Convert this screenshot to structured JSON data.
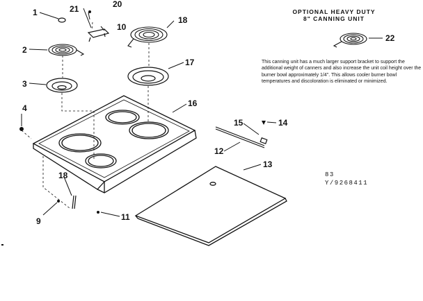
{
  "note": {
    "title_line1": "OPTIONAL HEAVY DUTY",
    "title_line2": "8\" CANNING UNIT",
    "body": "This canning unit has a much larger support bracket to support the additional weight of canners and also increase the unit coil height over the burner bowl approximately 1/4\". This allows cooler burner bowl temperatures and discoloration is eliminated or minimized."
  },
  "model": {
    "line1": "83",
    "line2": "Y/9268411"
  },
  "callouts": {
    "c1": "1",
    "c2": "2",
    "c3": "3",
    "c4": "4",
    "c9": "9",
    "c10": "10",
    "c11": "11",
    "c12": "12",
    "c13": "13",
    "c14": "14",
    "c15": "15",
    "c16": "16",
    "c17": "17",
    "c18": "18",
    "c18b": "18",
    "c20": "20",
    "c21": "21",
    "c22": "22"
  }
}
